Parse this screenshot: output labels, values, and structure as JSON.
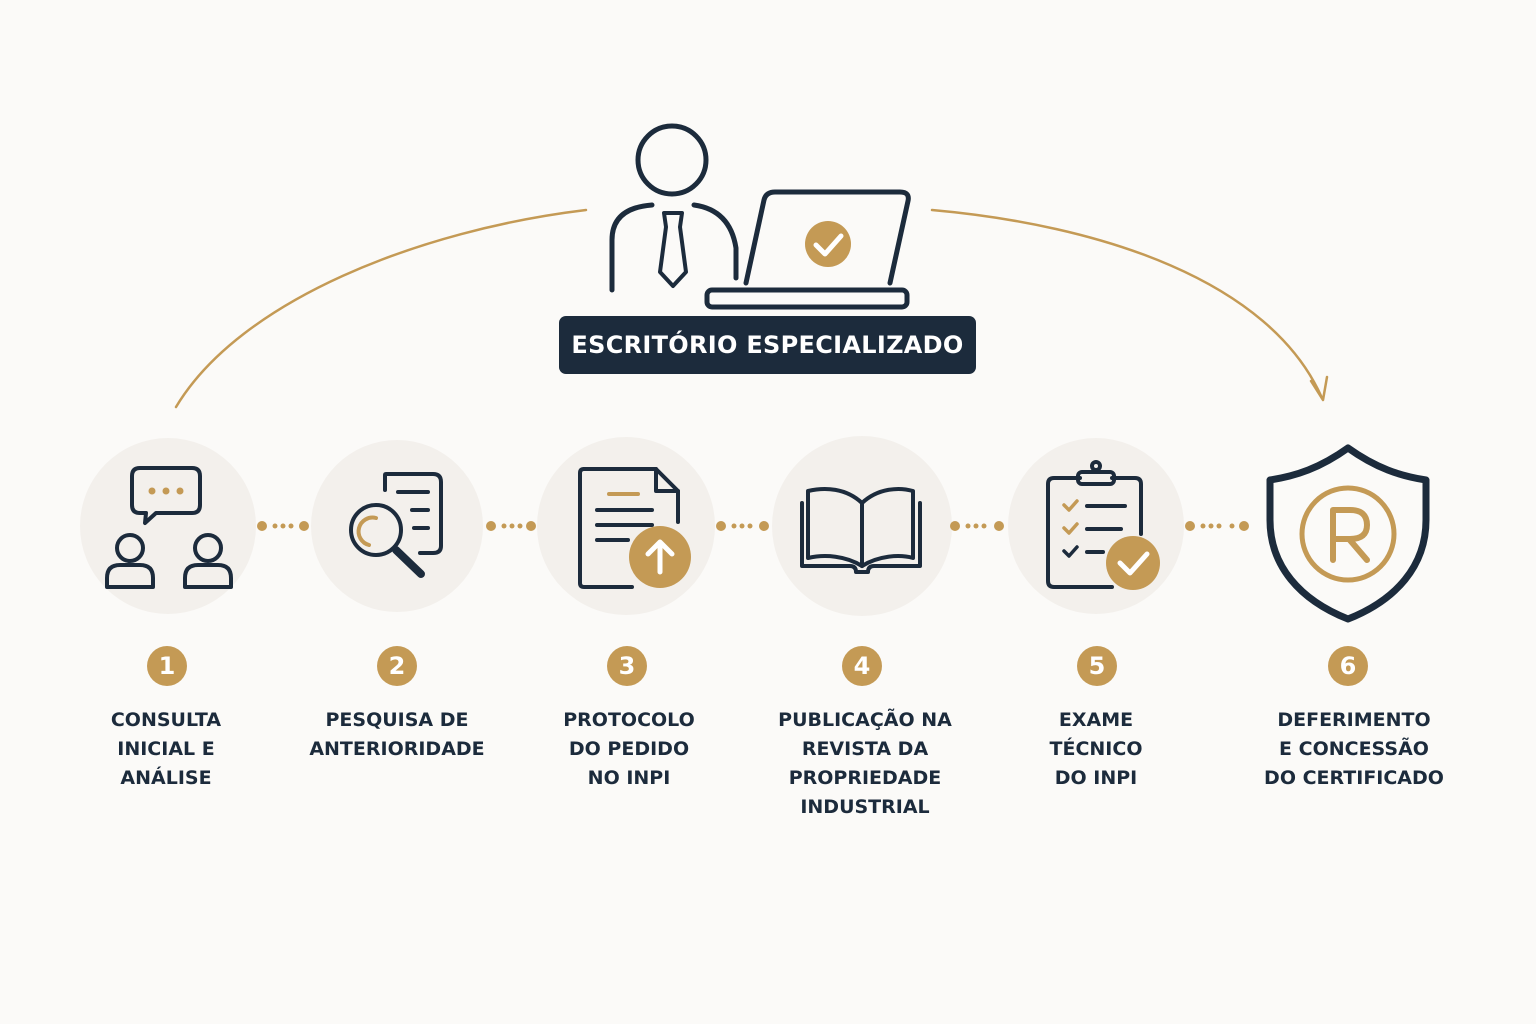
{
  "header": {
    "label": "ESCRITÓRIO ESPECIALIZADO"
  },
  "colors": {
    "navy": "#1c2b3c",
    "gold": "#c49a55",
    "circle": "#f3f0ec",
    "background": "#fbfaf8"
  },
  "steps": [
    {
      "number": "1",
      "icon": "consultation-icon",
      "label_lines": [
        "CONSULTA",
        "INICIAL E",
        "ANÁLISE"
      ]
    },
    {
      "number": "2",
      "icon": "search-document-icon",
      "label_lines": [
        "PESQUISA DE",
        "ANTERIORIDADE"
      ]
    },
    {
      "number": "3",
      "icon": "document-upload-icon",
      "label_lines": [
        "PROTOCOLO",
        "DO PEDIDO",
        "NO INPI"
      ]
    },
    {
      "number": "4",
      "icon": "open-book-icon",
      "label_lines": [
        "PUBLICAÇÃO NA",
        "REVISTA DA",
        "PROPRIEDADE",
        "INDUSTRIAL"
      ]
    },
    {
      "number": "5",
      "icon": "clipboard-check-icon",
      "label_lines": [
        "EXAME",
        "TÉCNICO",
        "DO INPI"
      ]
    },
    {
      "number": "6",
      "icon": "registered-shield-icon",
      "label_lines": [
        "DEFERIMENTO",
        "E CONCESSÃO",
        "DO CERTIFICADO"
      ]
    }
  ]
}
